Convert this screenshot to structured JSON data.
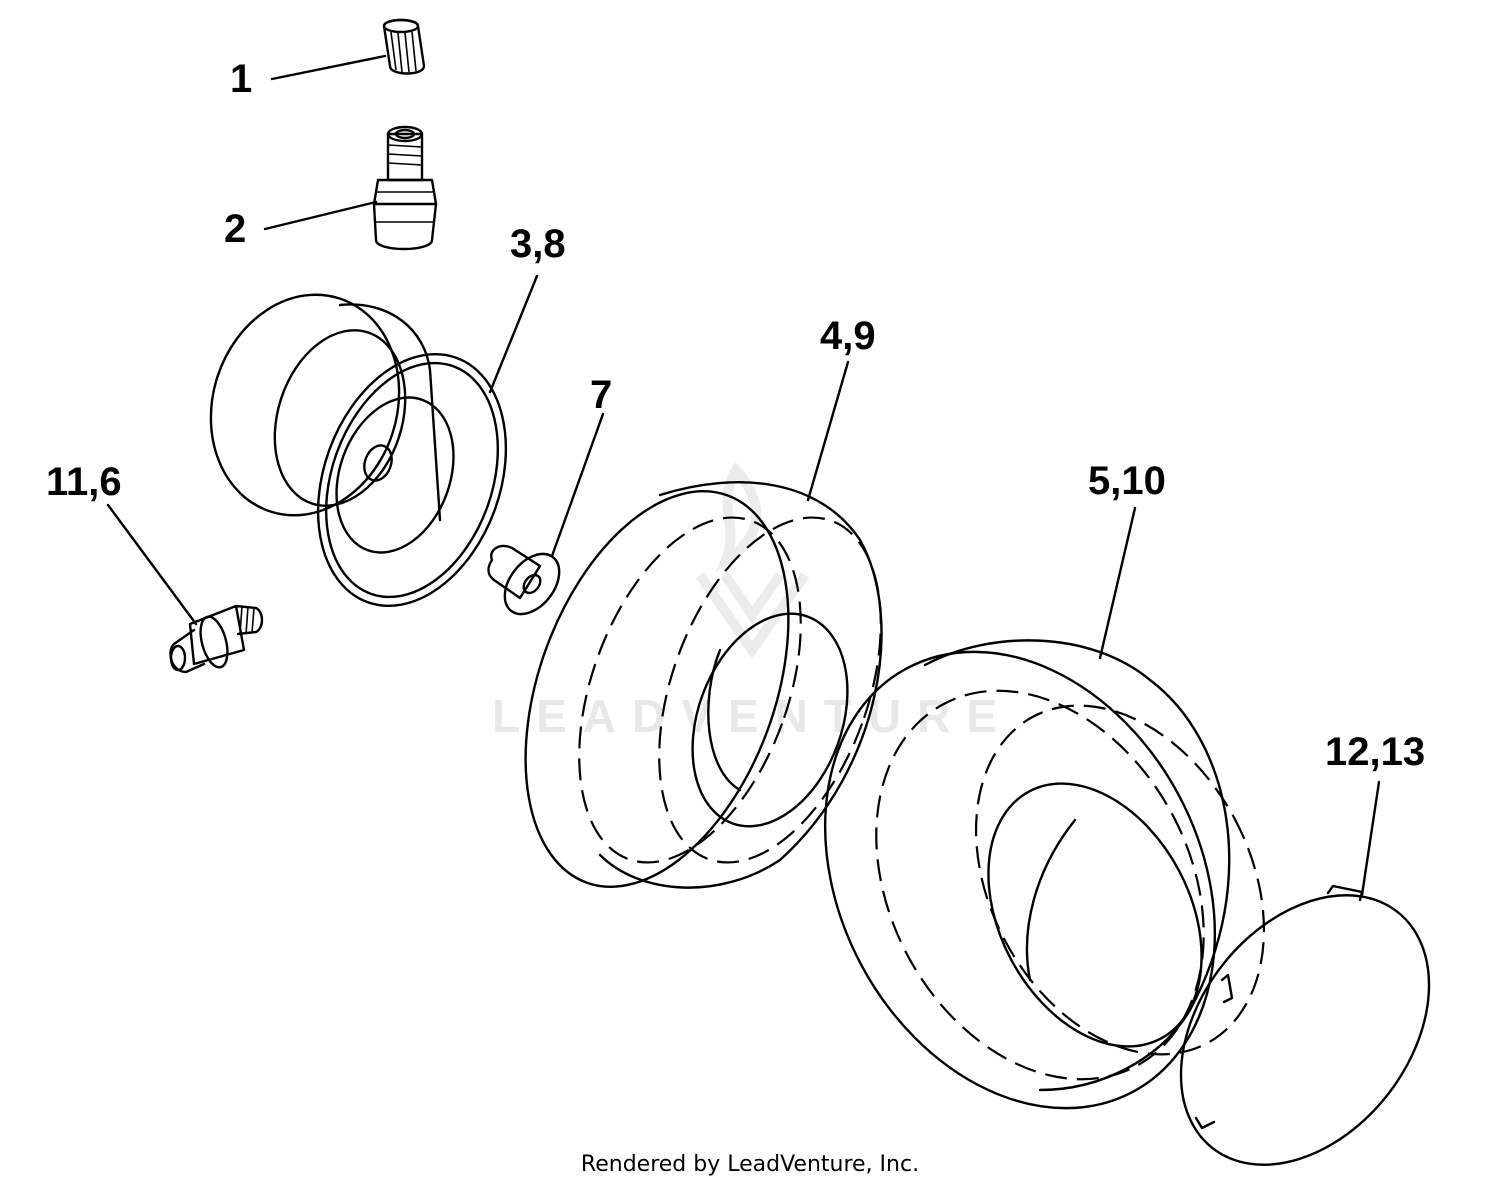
{
  "callouts": [
    "1",
    "2",
    "3,8",
    "4,9",
    "5,10",
    "7",
    "11,6",
    "12,13"
  ],
  "watermark": "LEADVENTURE",
  "footer": "Rendered by LeadVenture, Inc."
}
